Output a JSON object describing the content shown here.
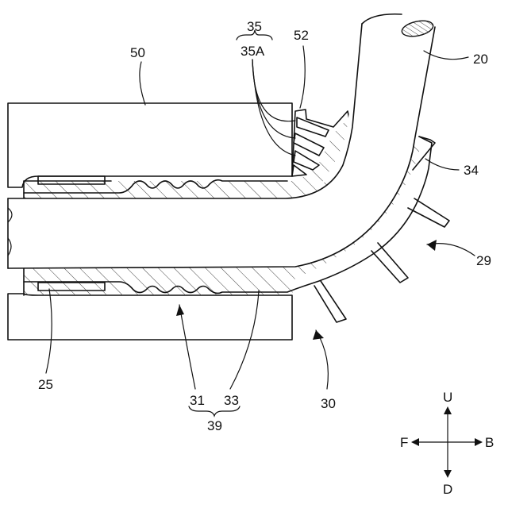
{
  "figure": {
    "labels": {
      "ref_50": "50",
      "ref_35": "35",
      "ref_35a": "35A",
      "ref_52": "52",
      "ref_20": "20",
      "ref_34": "34",
      "ref_29": "29",
      "ref_30": "30",
      "ref_25": "25",
      "ref_31": "31",
      "ref_33": "33",
      "ref_39": "39"
    },
    "compass": {
      "up": "U",
      "down": "D",
      "front": "F",
      "back": "B"
    }
  }
}
